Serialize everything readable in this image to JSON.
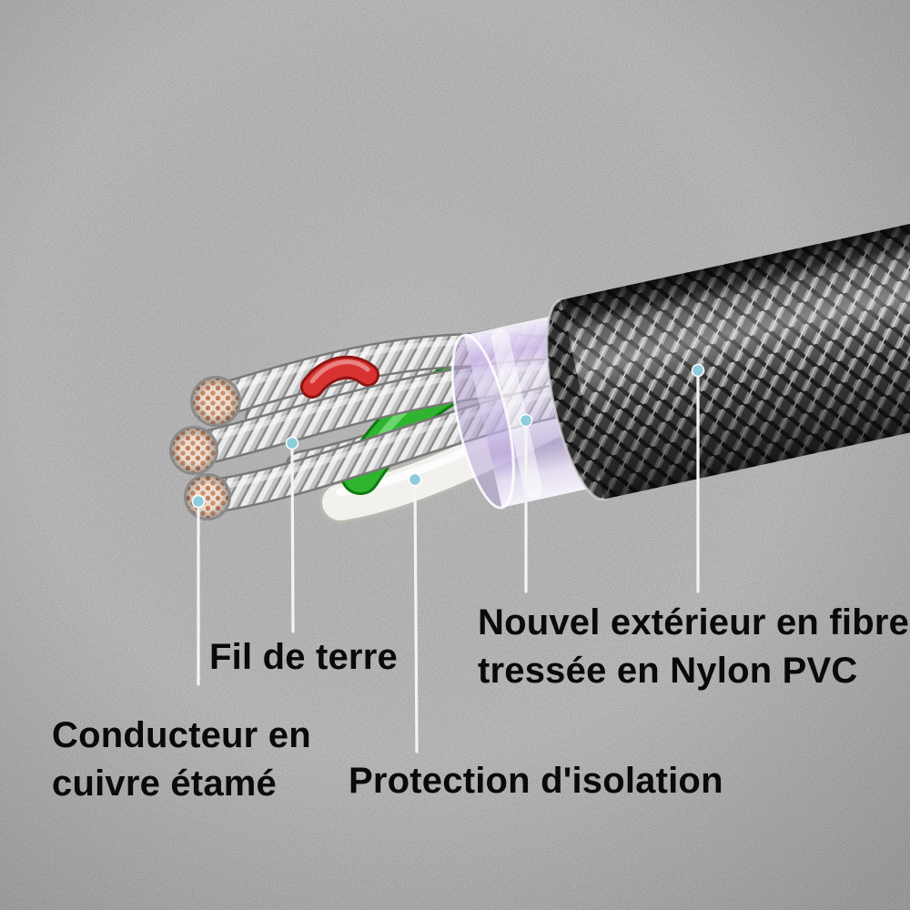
{
  "figure": {
    "annotations": [
      {
        "id": "copper-conductor",
        "lines": [
          "Conducteur en",
          "cuivre étamé"
        ]
      },
      {
        "id": "ground-wire",
        "lines": [
          "Fil de terre"
        ]
      },
      {
        "id": "insulation",
        "lines": [
          "Protection d'isolation"
        ]
      },
      {
        "id": "braided-exterior",
        "lines": [
          "Nouvel extérieur en fibre",
          "tressée en Nylon PVC"
        ]
      }
    ],
    "colors": {
      "background": "#9b9b9b",
      "label_text": "#0a0a0a",
      "callout_line": "#f2f4f5",
      "callout_dot": "#8ecbdc",
      "braid_dark": "#474747",
      "braid_light": "#969696",
      "sheath_purple": "#cdb9e9",
      "wire_green": "#2eb42e",
      "wire_white": "#f2f1ee",
      "wire_red": "#d93331",
      "wire_silver": "#c3c3c3",
      "copper_strands": "#cd8f6e"
    }
  }
}
